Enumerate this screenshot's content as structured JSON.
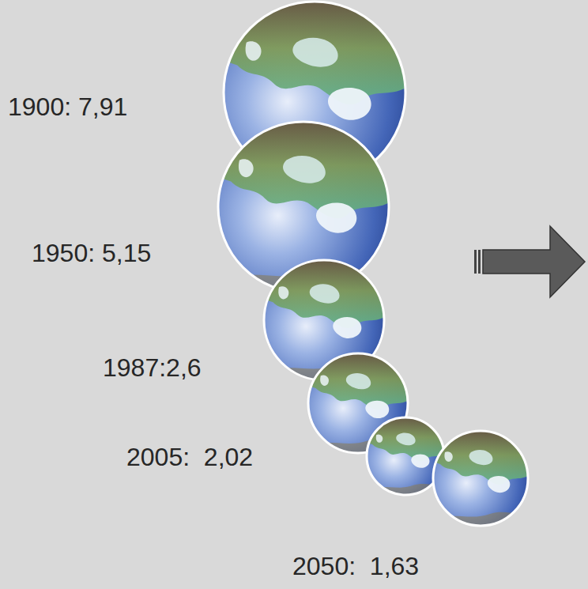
{
  "diagram": {
    "labels": [
      "1900: 7,91",
      "1950: 5,15",
      "1987:2,6",
      "2005:  2,02",
      "2050:  1,63"
    ]
  }
}
